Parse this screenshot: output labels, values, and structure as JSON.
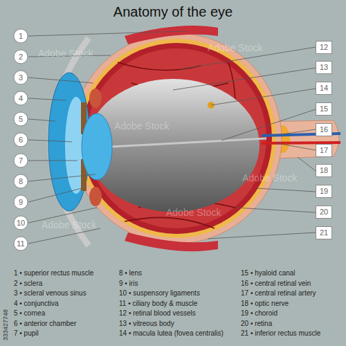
{
  "diagram": {
    "title": "Anatomy of the eye",
    "nodes": [
      {
        "text": [
          "1"
        ]
      },
      {
        "text": [
          "2"
        ]
      },
      {
        "text": [
          "3"
        ]
      },
      {
        "text": [
          "4"
        ]
      },
      {
        "text": [
          "5"
        ]
      },
      {
        "text": [
          "6"
        ]
      },
      {
        "text": [
          "7"
        ]
      },
      {
        "text": [
          "8"
        ]
      },
      {
        "text": [
          "9"
        ]
      },
      {
        "text": [
          "10"
        ]
      },
      {
        "text": [
          "11"
        ]
      },
      {
        "text": [
          "12"
        ]
      },
      {
        "text": [
          "13"
        ]
      },
      {
        "text": [
          "14"
        ]
      },
      {
        "text": [
          "15"
        ]
      },
      {
        "text": [
          "16"
        ]
      },
      {
        "text": [
          "17"
        ]
      },
      {
        "text": [
          "18"
        ]
      },
      {
        "text": [
          "19"
        ]
      },
      {
        "text": [
          "20"
        ]
      },
      {
        "text": [
          "21"
        ]
      }
    ],
    "labels": [
      "1 • superior rectus muscle",
      "2 • sclera",
      "3 • scleral venous sinus",
      "4 • conjunctiva",
      "5 • cornea",
      "6 • anterior chamber",
      "7 • pupil",
      "8 • lens",
      "9 • iris",
      "10 • suspensory ligaments",
      "11 • ciliary body & muscle",
      "12 • retinal blood vessels",
      "13 • vitreous body",
      "14 • macula lutea (fovea centralis)",
      "15 • hyaloid canal",
      "16 • central retinal vein",
      "17 • central retinal artery",
      "18 • optic nerve",
      "19 • choroid",
      "20 • retina",
      "21 • inferior rectus muscle",
      "333427748",
      "Adobe Stock",
      "Adobe Stock",
      "Adobe Stock",
      "Adobe Stock",
      "Adobe Stock",
      "Adobe Stock"
    ]
  }
}
